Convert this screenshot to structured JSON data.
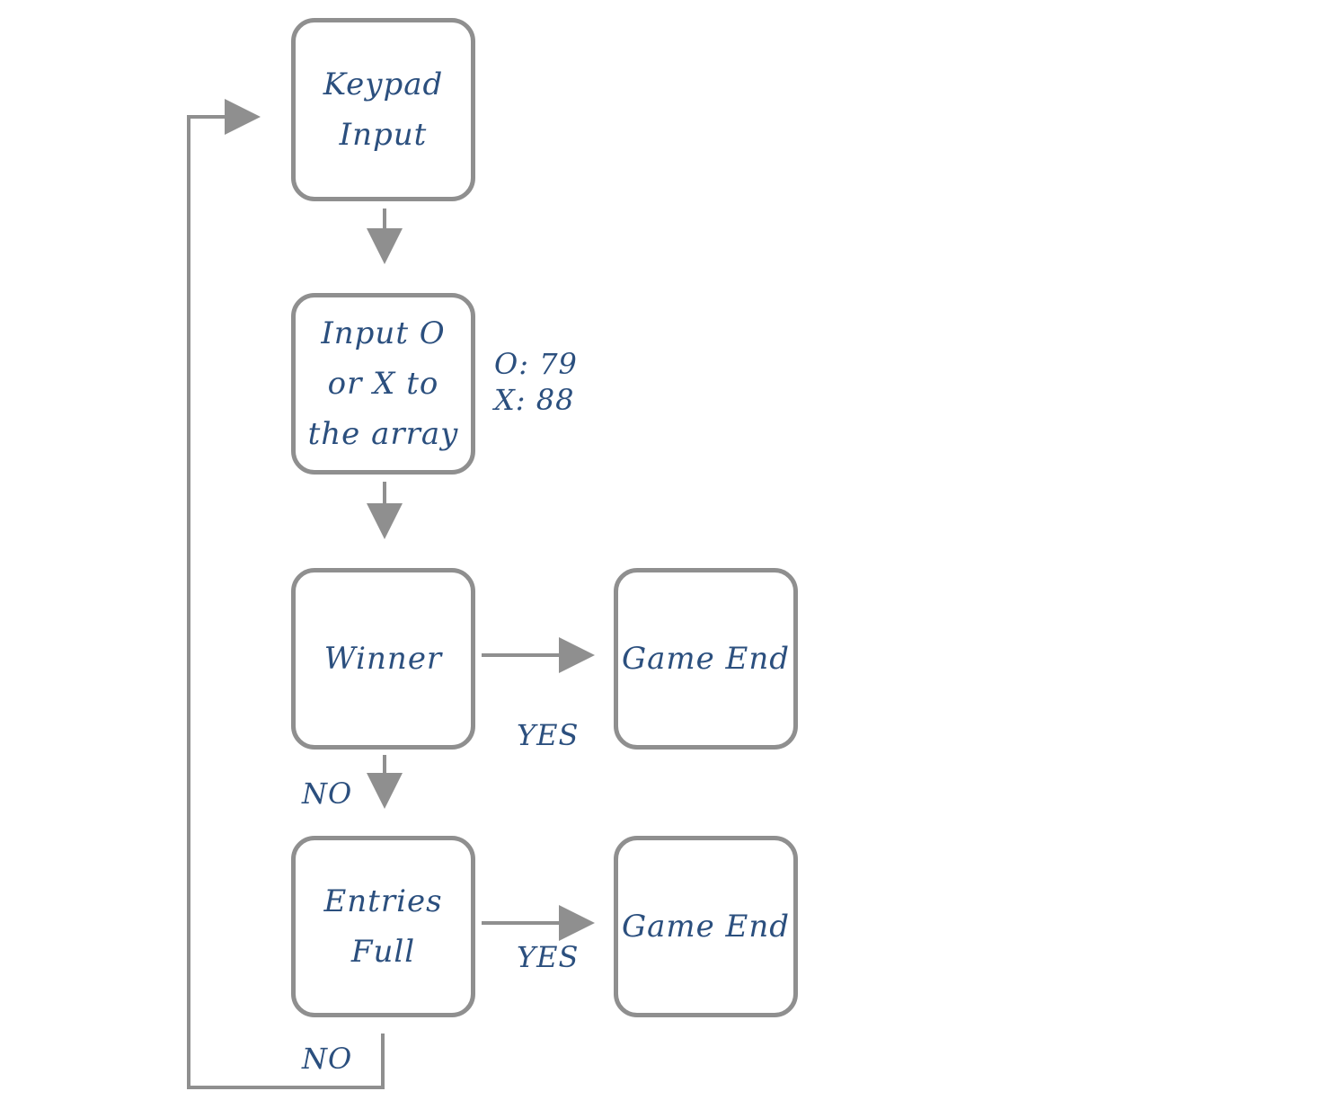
{
  "nodes": {
    "keypad_input": "Keypad\nInput",
    "input_array": "Input O\nor X to\nthe array",
    "winner": "Winner",
    "game_end_1": "Game End",
    "entries_full": "Entries\nFull",
    "game_end_2": "Game End"
  },
  "annotations": {
    "ascii_codes": "O: 79\nX: 88"
  },
  "edge_labels": {
    "winner_yes": "YES",
    "winner_no": "NO",
    "full_yes": "YES",
    "full_no": "NO"
  },
  "colors": {
    "stroke": "#8f8f8f",
    "text": "#2b4f7e"
  }
}
